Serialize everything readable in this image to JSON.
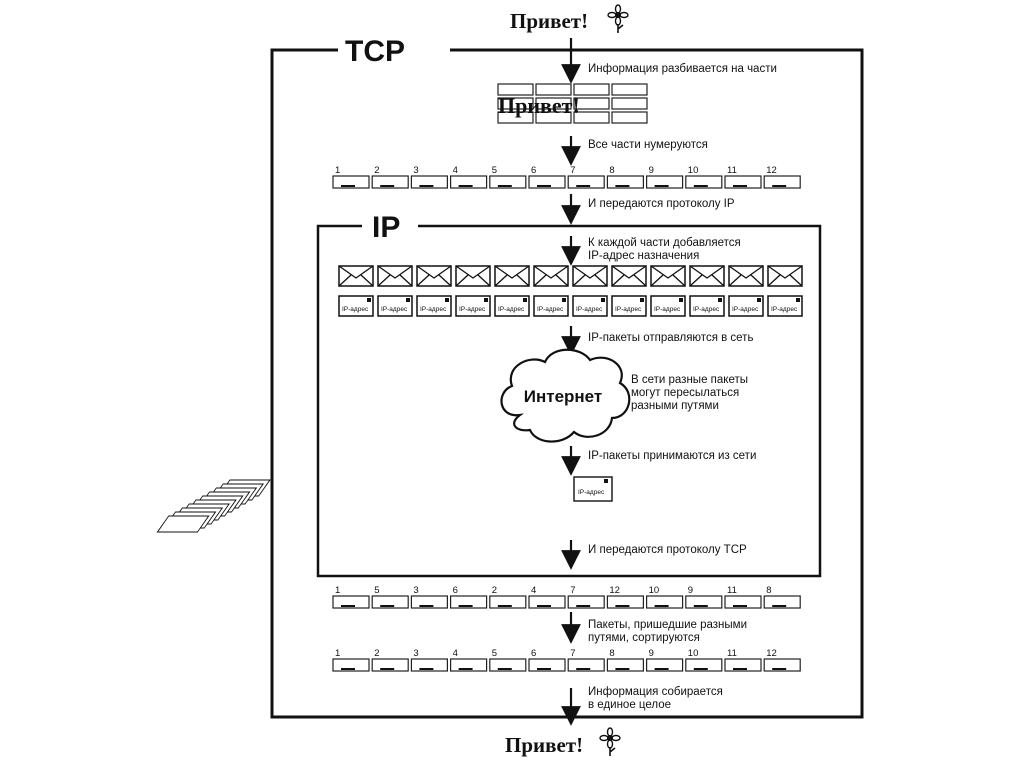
{
  "title_hello": "Привет!",
  "tcp_label": "TCP",
  "ip_label": "IP",
  "step1": "Информация разбивается на части",
  "step2": "Все части нумеруются",
  "step3": "И передаются протоколу IP",
  "step4_line1": "К каждой части добавляется",
  "step4_line2": "IP-адрес назначения",
  "step5": "IP-пакеты отправляются в сеть",
  "cloud_label": "Интернет",
  "cloud_note_line1": "В сети разные пакеты",
  "cloud_note_line2": "могут пересылаться",
  "cloud_note_line3": "разными путями",
  "step6": "IP-пакеты принимаются из сети",
  "step7": "И передаются протоколу TCP",
  "step8_line1": "Пакеты, пришедшие разными",
  "step8_line2": "путями, сортируются",
  "step9_line1": "Информация собирается",
  "step9_line2": "в единое целое",
  "ip_address_tag": "IP-адрес",
  "numbered_order": [
    "1",
    "2",
    "3",
    "4",
    "5",
    "6",
    "7",
    "8",
    "9",
    "10",
    "11",
    "12"
  ],
  "received_order": [
    "1",
    "5",
    "3",
    "6",
    "2",
    "4",
    "7",
    "12",
    "10",
    "9",
    "11",
    "8"
  ],
  "sorted_order": [
    "1",
    "2",
    "3",
    "4",
    "5",
    "6",
    "7",
    "8",
    "9",
    "10",
    "11",
    "12"
  ],
  "envelope_count": 12
}
